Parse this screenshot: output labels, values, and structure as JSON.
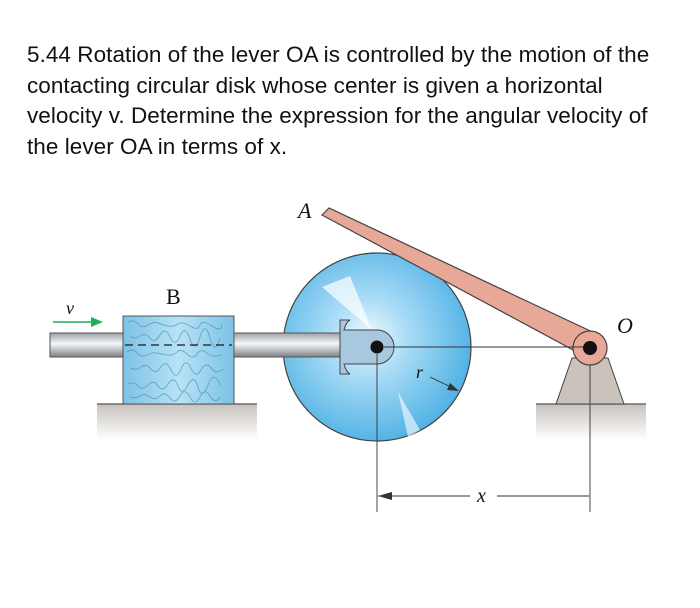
{
  "problem": {
    "text": "5.44 Rotation of the lever OA is controlled by the motion of the contacting circular disk whose center is given a horizontal velocity v. Determine the expression for the angular velocity of the lever OA in terms of x."
  },
  "figure": {
    "labels": {
      "A": "A",
      "B": "B",
      "O": "O",
      "v": "v",
      "r": "r",
      "x": "x"
    }
  },
  "colors": {
    "lever": "#e8a898",
    "disk": "#6fc3ee",
    "block": "#92cde8",
    "support": "#c9c3bb",
    "ground": "#cfcbc7",
    "arrow": "#1fae5c"
  }
}
